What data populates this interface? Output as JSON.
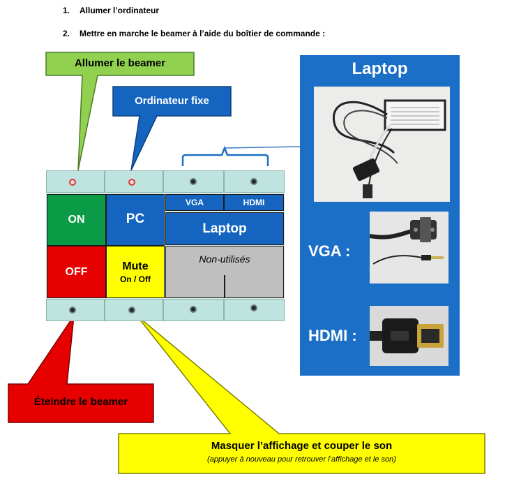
{
  "instructions": [
    {
      "number": "1.",
      "text": "Allumer l’ordinateur"
    },
    {
      "number": "2.",
      "text": "Mettre en marche le beamer à l’aide du boîtier de commande :"
    }
  ],
  "callouts": {
    "power_on": "Allumer le beamer",
    "fixed_pc": "Ordinateur fixe",
    "power_off": "Éteindre le beamer",
    "mute_title": "Masquer l’affichage et couper le son",
    "mute_note": "(appuyer à nouveau pour retrouver l’affichage et le son)"
  },
  "control_box": {
    "on": "ON",
    "pc": "PC",
    "vga": "VGA",
    "hdmi": "HDMI",
    "laptop": "Laptop",
    "unused": "Non-utilisés",
    "off": "OFF",
    "mute": "Mute",
    "mute_sub": "On / Off"
  },
  "laptop_panel": {
    "title": "Laptop",
    "vga_label": "VGA :",
    "hdmi_label": "HDMI :"
  },
  "colors": {
    "green": "#0b9a45",
    "blue": "#1565c0",
    "red": "#e60000",
    "yellow": "#ffff00",
    "gray": "#bfbfbf",
    "panel_blue": "#1c6fc6",
    "callout_green": "#92d050"
  }
}
